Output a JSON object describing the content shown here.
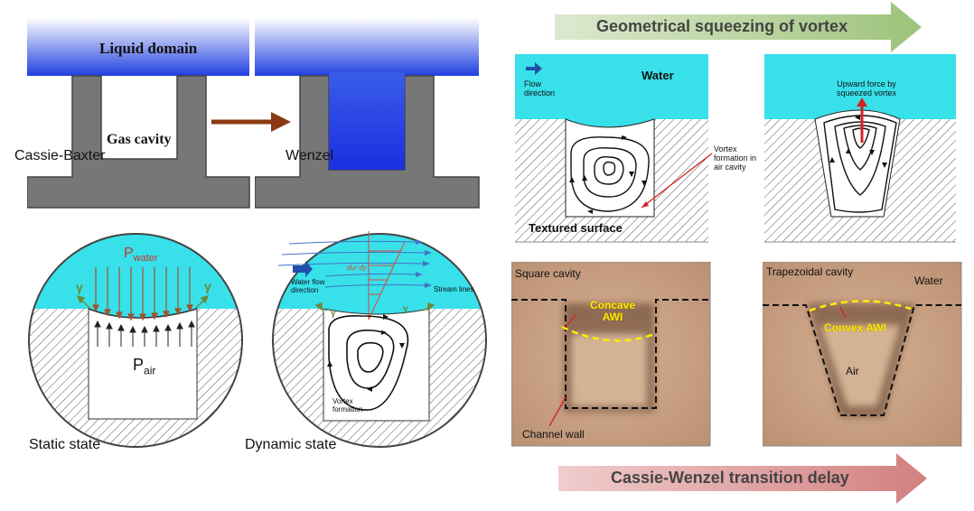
{
  "colors": {
    "liquid_blue": "#1f3fe0",
    "water_cyan": "#38e0ea",
    "wall_gray": "#7a7a7a",
    "arrow_brown": "#8a3a12",
    "arrow_green": "#a9cc88",
    "arrow_red": "#d58a8a",
    "photo_tan": "#c99f7f",
    "awi_yellow": "#ffee00"
  },
  "wetting": {
    "liquid_domain": "Liquid domain",
    "gas_cavity": "Gas cavity",
    "cassie_baxter": "Cassie-Baxter",
    "wenzel": "Wenzel"
  },
  "circles": {
    "p_water_main": "P",
    "p_water_sub": "water",
    "p_air_main": "P",
    "p_air_sub": "air",
    "gamma": "γ",
    "static_state": "Static state",
    "dynamic_state": "Dynamic state",
    "water_flow_direction": "Water flow direction",
    "du_dy": "du/ dy",
    "stream_lines": "Stream lines",
    "vortex_formation": "Vortex formation"
  },
  "vortex": {
    "geometric_squeezing": "Geometrical squeezing of vortex",
    "water": "Water",
    "flow_direction": "Flow direction",
    "vortex_formation_air": "Vortex formation in air cavity",
    "textured_surface": "Textured surface",
    "upward_force": "Upward force by squeezed vortex"
  },
  "photos": {
    "square_cavity": "Square cavity",
    "concave_awi": "Concave AWI",
    "channel_wall": "Channel wall",
    "trapezoidal_cavity": "Trapezoidal cavity",
    "water": "Water",
    "convex_awi": "Convex AWI",
    "air": "Air"
  },
  "transition_delay": "Cassie-Wenzel transition delay"
}
